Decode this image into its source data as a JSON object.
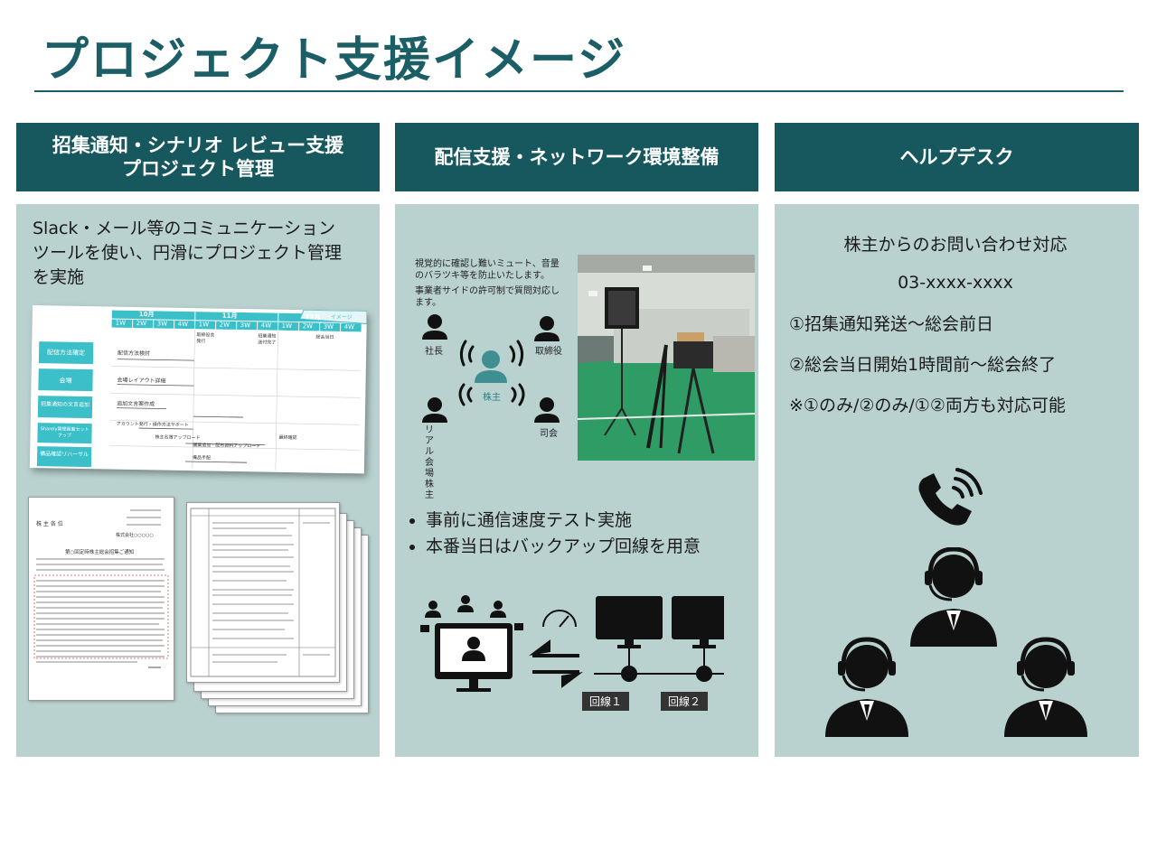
{
  "page": {
    "title": "プロジェクト支援イメージ"
  },
  "columns": [
    {
      "header_line1": "招集通知・シナリオ レビュー支援",
      "header_line2": "プロジェクト管理",
      "text_line1": "Slack・メール等のコミュニケーション",
      "text_line2": "ツールを使い、円滑にプロジェクト管理",
      "text_line3": "を実施",
      "gantt": {
        "months": [
          "10月",
          "11月",
          "12月"
        ],
        "weeks": [
          "1W",
          "2W",
          "3W",
          "4W",
          "1W",
          "2W",
          "3W",
          "4W",
          "1W",
          "2W",
          "3W",
          "4W"
        ],
        "corner_tag": "イメージ",
        "rows": [
          "配信方法確定",
          "会場",
          "招集通知の文言追加",
          "Sharely管理画面セットアップ",
          "備品確認リハーサル"
        ],
        "tasks": [
          "配信方法検討",
          "会場レイアウト詳細",
          "追加文言案作成",
          "アカウント発行・操作方法サポート",
          "株主名簿アップロード",
          "議案追加・配布資料アップロード",
          "備品手配",
          "最終確認"
        ],
        "milestones": [
          "取締役会発行",
          "招集通知送付完了",
          "総会当日"
        ]
      },
      "notice": {
        "to": "株 主 各 位",
        "company": "株式会社○○○○○",
        "title": "第○回定時株主総会招集ご通知"
      }
    },
    {
      "header": "配信支援・ネットワーク環境整備",
      "note_line1": "視覚的に確認し難いミュート、音量",
      "note_line2": "のバラツキ等を防止いたします。",
      "note_line3": "事業者サイドの許可制で質問対応し",
      "note_line4": "ます。",
      "roles": {
        "president": "社長",
        "director": "取締役",
        "shareholder": "株主",
        "mc": "司会",
        "venue": "リアル会場株主"
      },
      "bullets": [
        "事前に通信速度テスト実施",
        "本番当日はバックアップ回線を用意"
      ],
      "lines": [
        "回線１",
        "回線２"
      ]
    },
    {
      "header": "ヘルプデスク",
      "line1": "株主からのお問い合わせ対応",
      "phone": "03-xxxx-xxxx",
      "line3": "①招集通知発送～総会前日",
      "line4": "②総会当日開始1時間前～総会終了",
      "line5": "※①のみ/②のみ/①②両方も対応可能"
    }
  ],
  "colors": {
    "brand": "#17585f",
    "panel": "#b9d2d0",
    "gantt_accent": "#3bbfc9"
  }
}
